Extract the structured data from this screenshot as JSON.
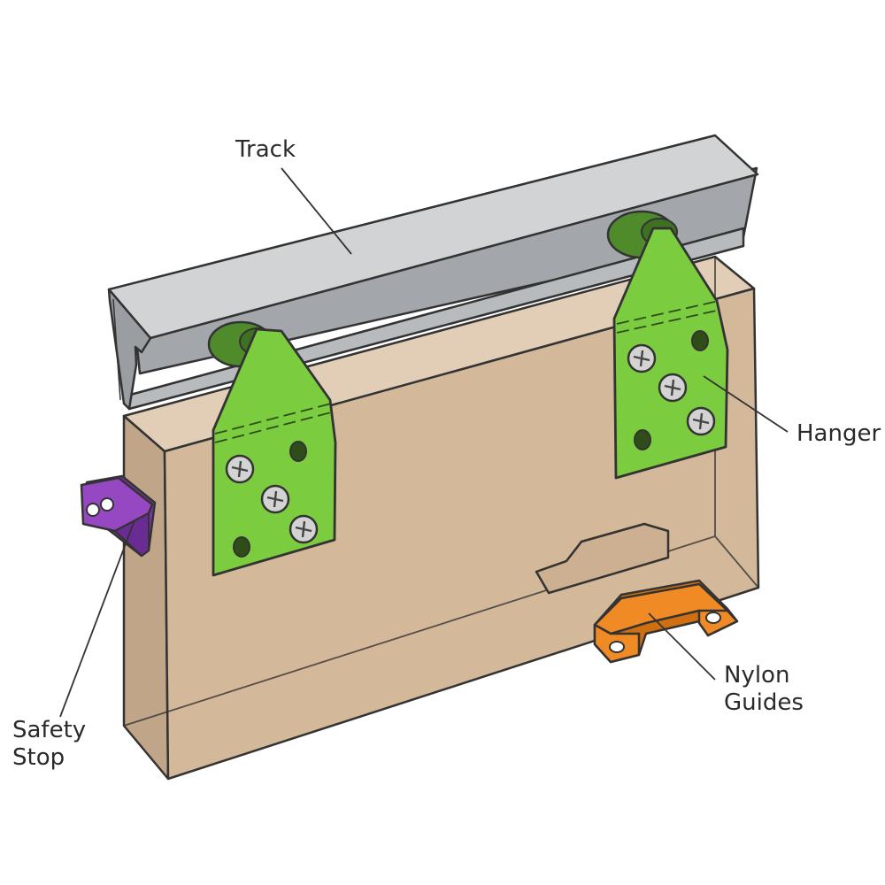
{
  "labels": {
    "track": "Track",
    "hanger": "Hanger",
    "nylon_guides": [
      "Nylon",
      "Guides"
    ],
    "safety_stop": [
      "Safety",
      "Stop"
    ]
  },
  "colors": {
    "door_front": "#d4b89a",
    "door_side": "#c0a588",
    "door_top": "#e2cdb6",
    "track_face": "#cfd1d3",
    "track_shadow": "#9a9da1",
    "hanger": "#7ccc3f",
    "wheel": "#4f8b2a",
    "screw": "#d3d3d3",
    "safety_stop": "#9648c2",
    "nylon_guide": "#f08a24",
    "outline": "#333333"
  },
  "icons": {
    "screw": "phillips-screw-icon",
    "wheel": "roller-wheel-icon"
  }
}
